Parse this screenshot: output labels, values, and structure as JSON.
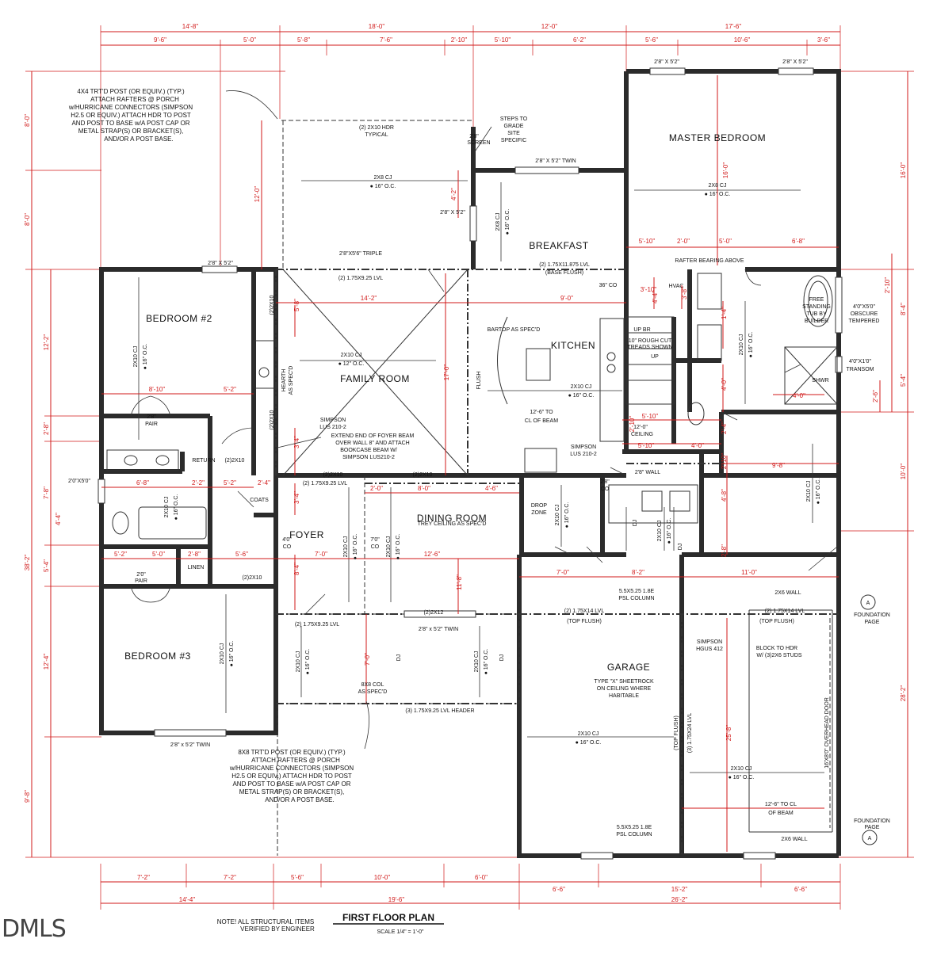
{
  "rooms": {
    "master_bedroom": "MASTER BEDROOM",
    "breakfast": "BREAKFAST",
    "kitchen": "KITCHEN",
    "bedroom2": "BEDROOM #2",
    "family_room": "FAMILY ROOM",
    "dining_room": "DINING ROOM",
    "foyer": "FOYER",
    "bedroom3": "BEDROOM #3",
    "garage": "GARAGE"
  },
  "labels": {
    "tray_ceiling": "TREY CEILING AS SPEC'D",
    "cj_2x8_16": "2X8 CJ",
    "oc_16": "● 16\" O.C.",
    "oc_12": "● 12\" O.C.",
    "cj_2x10": "2X10 CJ",
    "cj_2x10_12": "2X10 CJ",
    "hdr_2x10": "(2) 2X10 HDR",
    "typical": "TYPICAL",
    "lvl_175x925": "(2) 1.75X9.25 LVL",
    "lvl_175x11875": "(2) 1.75X11.875 LVL",
    "base_flush": "(BASE FLUSH)",
    "lvl_garage": "(2) 1.75X14 LVL",
    "top_flush": "(TOP FLUSH)",
    "lvl_garage_r": "(2) 1.75X14 LVL",
    "top_flush_r": "(TOP FLUSH)",
    "lvl_header": "(3) 1.75X9.25 LVL HEADER",
    "lvl_porch": "(2) 1.75X9.25 LVL",
    "lvl_mid": "(2) 1.75X9.25 LVL",
    "triple": "2'8\"X5'6\" TRIPLE",
    "twin_top": "2'8\" X 5'2\" TWIN",
    "twin_bed3": "2'8\" x 5'2\" TWIN",
    "twin_mid": "2'8\" x 5'2\" TWIN",
    "win_master_l": "2'8\" X 5'2\"",
    "win_master_r": "2'8\" X 5'2\"",
    "win_bed2": "2'8\" X 5'2\"",
    "win_breakfast": "2'8\" X 5'2\"",
    "steps": "STEPS TO",
    "grade": "GRADE",
    "site": "SITE",
    "specific": "SPECIFIC",
    "screen": "2'8\"",
    "screen2": "SCREEN",
    "bartop": "BARTOP AS SPEC'D",
    "flush": "FLUSH",
    "cl_beam": "12'-6\" TO",
    "cl_beam2": "CL OF BEAM",
    "rafter_bearing": "RAFTER BEARING ABOVE",
    "hvac": "HVAC",
    "free_tub1": "FREE",
    "free_tub2": "STANDING",
    "free_tub3": "TUB BY",
    "free_tub4": "BUILDER",
    "window_obscure1": "4'0\"X5'0\"",
    "window_obscure2": "OBSCURE",
    "window_obscure3": "TEMPERED",
    "transom1": "4'0\"X1'0\"",
    "transom2": "TRANSOM",
    "shwr": "SHWR",
    "coats": "COATS",
    "linen": "LINEN",
    "return": "RETURN",
    "pair_bed2": "2'8\"",
    "pair_bed2b": "PAIR",
    "pair_bed3": "2'0\"",
    "pair_bed3b": "PAIR",
    "drop_zone1": "DROP",
    "drop_zone2": "ZONE",
    "simpson_lus": "SIMPSON",
    "simpson_lus2": "LUS 210-2",
    "simpson_lus3": "SIMPSON",
    "simpson_lus4": "LUS 210-2",
    "simpson_hgus": "SIMPSON",
    "simpson_hgus2": "HGUS 412",
    "psl_col1": "5.5X5.25 1.8E",
    "psl_col1b": "PSL COLUMN",
    "psl_col2": "5.5X5.25 1.8E",
    "psl_col2b": "PSL COLUMN",
    "block_hdr1": "BLOCK TO HDR",
    "block_hdr2": "W/ (3)2X6 STUDS",
    "wall_2x6_a": "2X6 WALL",
    "wall_2x6_b": "2X6 WALL",
    "foundation1": "FOUNDATION",
    "foundation2": "PAGE",
    "foundation3": "FOUNDATION",
    "foundation4": "PAGE",
    "foundation_a": "A",
    "foundation_b": "A",
    "sheetrock1": "TYPE \"X\" SHEETROCK",
    "sheetrock2": "ON CEILING WHERE",
    "sheetrock3": "HABITABLE",
    "overhead_door": "16'X8'0\" OVERHEAD DOOR",
    "garage_beam1": "12'-6\" TO CL",
    "garage_beam2": "OF BEAM",
    "lvl_garage_v": "(3) 1.75X24 LVL",
    "top_flush_v": "(TOP FLUSH)",
    "hearth": "HEARTH",
    "hearth2": "AS SPEC'D",
    "col_8x8": "8X8 COL",
    "col_8x8b": "AS SPEC'D",
    "ceiling_h": "12'-0\"",
    "ceiling_h2": "CEILING",
    "dj": "DJ",
    "up_br": "UP BR",
    "rough_cut": "10\" ROUGH CUT",
    "rough_cut2": "TREADS SHOWN",
    "up": "UP",
    "co_36": "36\" CO",
    "co_28": "2'8\"",
    "co_28b": "CO",
    "hdr_2x10_a": "(2)2X10",
    "hdr_2x10_b": "(2)2X10",
    "hdr_2x10_c": "(2)2X10",
    "hdr_2x10_d": "(2)2X10",
    "hdr_2x10_e": "(2)2X10",
    "hdr_2x10_f": "(2)2X10",
    "hdr_2x10_g": "(2)2X12",
    "open_wall": "2'8\" WALL",
    "window_bath": "2'0\"X5'0\"",
    "foyer_co": "4'0\"",
    "foyer_co2": "CO",
    "dining_co": "7'0\"",
    "dining_co2": "CO"
  },
  "notes": {
    "top_note": [
      "4X4 TRT'D POST (OR EQUIV.) (TYP.)",
      "ATTACH RAFTERS @ PORCH",
      "w/HURRICANE CONNECTORS (SIMPSON",
      "H2.5 OR EQUIV.) ATTACH HDR TO POST",
      "AND POST TO BASE w/A POST CAP OR",
      "METAL STRAP(S) OR BRACKET(S),",
      "AND/OR A POST BASE."
    ],
    "bottom_note": [
      "8X8 TRT'D POST (OR EQUIV.) (TYP.)",
      "ATTACH RAFTERS @ PORCH",
      "w/HURRICANE CONNECTORS (SIMPSON",
      "H2.5 OR EQUIV.) ATTACH HDR TO POST",
      "AND POST TO BASE w/A POST CAP OR",
      "METAL STRAP(S) OR BRACKET(S),",
      "AND/OR A POST BASE."
    ],
    "foyer_beam": [
      "EXTEND END OF FOYER BEAM",
      "OVER WALL 8\" AND ATTACH",
      "BOOKCASE BEAM W/",
      "SIMPSON LUS210-2"
    ],
    "structural_note": [
      "NOTE! ALL STRUCTURAL ITEMS",
      "VERIFIED BY ENGINEER"
    ]
  },
  "dims": {
    "top1": [
      "14'-8\"",
      "18'-0\"",
      "12'-0\"",
      "17'-6\""
    ],
    "top2": [
      "9'-6\"",
      "5'-0\"",
      "5'-8\"",
      "7'-6\"",
      "2'-10\"",
      "5'-10\"",
      "6'-2\"",
      "5'-6\"",
      "10'-6\"",
      "3'-6\""
    ],
    "bottom1": [
      "7'-2\"",
      "7'-2\"",
      "5'-6\"",
      "10'-0\"",
      "6'-0\"",
      "6'-6\"",
      "15'-2\"",
      "6'-6\""
    ],
    "bottom2": [
      "14'-4\"",
      "19'-6\"",
      "26'-2\""
    ],
    "left": [
      "8'-0\"",
      "8'-0\"",
      "12'-2\"",
      "38'-2\"",
      "2'-8\"",
      "7'-8\"",
      "4'-4\"",
      "5'-4\"",
      "12'-4\"",
      "9'-8\""
    ],
    "right": [
      "16'-0\"",
      "2'-10\"",
      "8'-4\"",
      "5'-4\"",
      "10'-0\"",
      "28'-2\""
    ],
    "inner": {
      "fr_w": "14'-2\"",
      "fr_h": "17'-0\"",
      "fr_9": "9'-0\"",
      "porch_h": "12'-0\"",
      "porch_42": "4'-2\"",
      "master_h": "16'-0\"",
      "m_510": "5'-10\"",
      "m_20": "2'-0\"",
      "m_50": "5'-0\"",
      "m_68": "6'-8\"",
      "bed2_810": "8'-10\"",
      "bed2_52": "5'-2\"",
      "bath_68": "6'-8\"",
      "bath_22": "2'-2\"",
      "bath_52": "5'-2\"",
      "bath_24": "2'-4\"",
      "b_52": "5'-2\"",
      "b_50": "5'-0\"",
      "b_28": "2'-8\"",
      "b_56": "5'-6\"",
      "foyer_70": "7'-0\"",
      "dining_126": "12'-6\"",
      "d_20": "2'-0\"",
      "d_80": "8'-0\"",
      "d_46": "4'-6\"",
      "d_118": "11'-8\"",
      "g_70": "7'-0\"",
      "g_82": "8'-2\"",
      "g_110": "11'-0\"",
      "g_258": "25'-8\"",
      "k_50": "5'-10\"",
      "k_40": "4'-0\"",
      "l_98": "9'-8\"",
      "s_310": "3'-10\"",
      "s_38": "3'-8\"",
      "s_14": "1'-4\"",
      "s_44": "4'-4\"",
      "s_510": "5'-10\"",
      "s_40b": "4'-0\"",
      "s_26": "2'-6\"",
      "s_210": "2'-10\"",
      "s_48": "4'-8\"",
      "s_28r": "2'-8\"",
      "s_24": "2'-4\"",
      "s_210b": "2'-10\"",
      "fr_34a": "3'-4\"",
      "fr_34b": "3'-4\"",
      "fr_58": "5'-8\"",
      "fr_84": "8'-4\"",
      "fr_70v": "7'-0\""
    }
  },
  "title": {
    "main": "FIRST FLOOR PLAN",
    "scale": "SCALE 1/4\" = 1'-0\""
  },
  "logo": "DMLS",
  "colors": {
    "wall": "#2b2b2b",
    "dimension": "#d11a1a",
    "text": "#111111"
  }
}
